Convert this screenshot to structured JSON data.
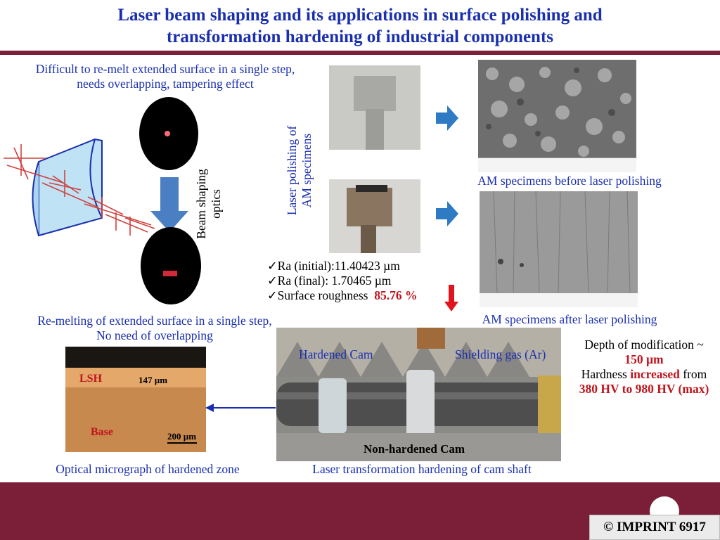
{
  "title": {
    "line1": "Laser beam shaping and its applications in surface polishing and",
    "line2": "transformation hardening of industrial components"
  },
  "beam_shaping": {
    "top_caption_1": "Difficult to re-melt extended surface in a single step,",
    "top_caption_2": "needs overlapping, tampering effect",
    "optics_label_1": "Beam shaping",
    "optics_label_2": "optics",
    "bottom_caption_1": "Re-melting of extended surface in a single step,",
    "bottom_caption_2": "No need of overlapping"
  },
  "polishing": {
    "vertical_label_1": "Laser polishing of",
    "vertical_label_2": "AM specimens",
    "caption_before": "AM specimens before laser polishing",
    "caption_after": "AM specimens after laser polishing",
    "checks": [
      {
        "mark": "✓",
        "text": "Ra (initial):11.40423 µm"
      },
      {
        "mark": "✓",
        "text": "Ra (final): 1.70465 µm"
      },
      {
        "mark": "✓",
        "text": "Surface roughness",
        "value": "85.76 %"
      }
    ]
  },
  "micrograph": {
    "lsh": "LSH",
    "thickness": "147 µm",
    "base": "Base",
    "scale": "200 µm",
    "caption": "Optical micrograph of hardened zone"
  },
  "camshaft": {
    "label_hardened": "Hardened Cam",
    "label_gas": "Shielding gas (Ar)",
    "label_nonhardened": "Non-hardened Cam",
    "caption": "Laser transformation hardening of cam shaft"
  },
  "hardness": {
    "line1": "Depth of modification ~",
    "depth": "150 µm",
    "line3_pre": "Hardness ",
    "increased": "increased",
    "line3_post": " from",
    "range": "380 HV to 980 HV (max)"
  },
  "footer": {
    "copyright": "© IMPRINT 6917"
  },
  "colors": {
    "title_blue": "#1a2fae",
    "band_maroon": "#7a1f37",
    "accent_red": "#c0141c",
    "arrow_blue": "#2e7bc4"
  }
}
